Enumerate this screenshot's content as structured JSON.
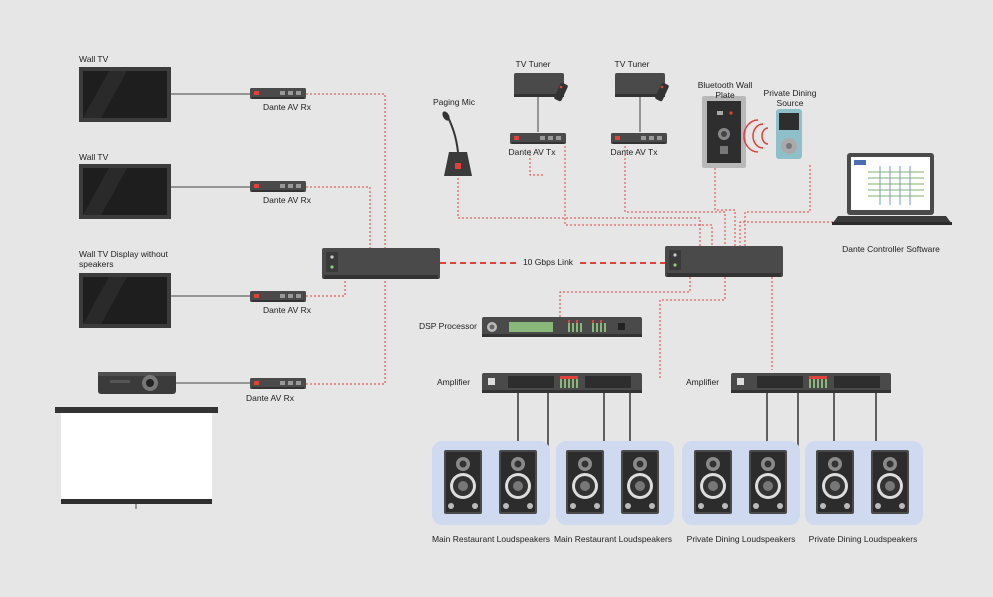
{
  "labels": {
    "wall_tv_1": "Wall TV",
    "wall_tv_2": "Wall TV",
    "wall_tv_display": "Wall TV Display without speakers",
    "rx_1": "Dante AV Rx",
    "rx_2": "Dante AV Rx",
    "rx_3": "Dante AV Rx",
    "rx_4": "Dante AV Rx",
    "paging_mic": "Paging Mic",
    "tv_tuner_1": "TV Tuner",
    "tv_tuner_2": "TV Tuner",
    "tx_1": "Dante AV Tx",
    "tx_2": "Dante AV Tx",
    "bluetooth": "Bluetooth Wall Plate",
    "private_source": "Private Dining Source",
    "controller": "Dante Controller Software",
    "link": "10 Gbps Link",
    "dsp": "DSP Processor",
    "amp_1": "Amplifier",
    "amp_2": "Amplifier",
    "spk_1": "Main Restaurant Loudspeakers",
    "spk_2": "Main Restaurant Loudspeakers",
    "spk_3": "Private Dining Loudspeakers",
    "spk_4": "Private Dining Loudspeakers"
  },
  "colors": {
    "background": "#e6e6e6",
    "network_line": "#e0413a",
    "device": "#4a4a4a",
    "speaker_zone": "#cfdaf1"
  }
}
